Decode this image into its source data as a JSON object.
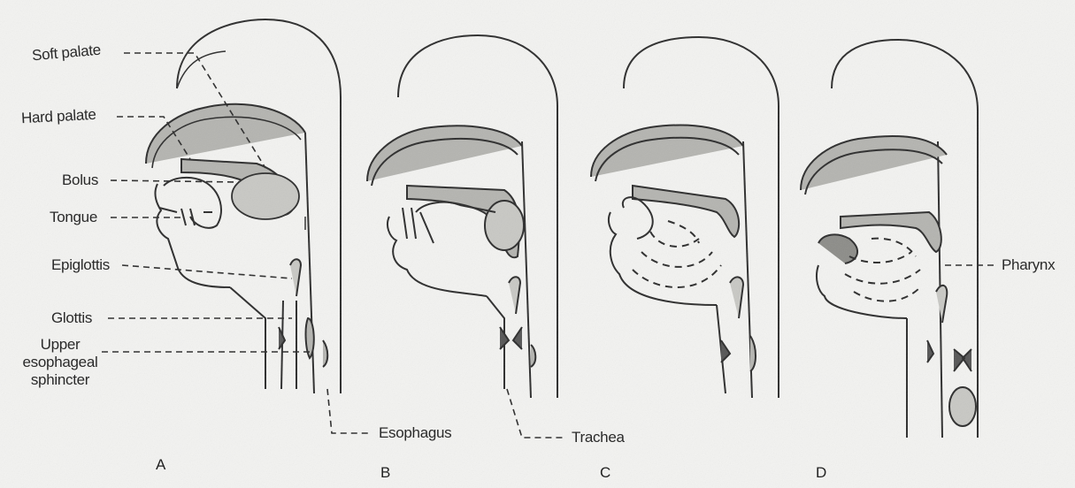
{
  "labels": {
    "soft_palate": "Soft palate",
    "hard_palate": "Hard palate",
    "bolus": "Bolus",
    "tongue": "Tongue",
    "epiglottis": "Epiglottis",
    "glottis": "Glottis",
    "ues_line1": "Upper",
    "ues_line2": "esophageal",
    "ues_line3": "sphincter",
    "esophagus": "Esophagus",
    "trachea": "Trachea",
    "pharynx": "Pharynx"
  },
  "panels": [
    "A",
    "B",
    "C",
    "D"
  ],
  "colors": {
    "line": "#2b2b2b",
    "shading": "#a9a9a6",
    "background": "#f3f3f1"
  }
}
